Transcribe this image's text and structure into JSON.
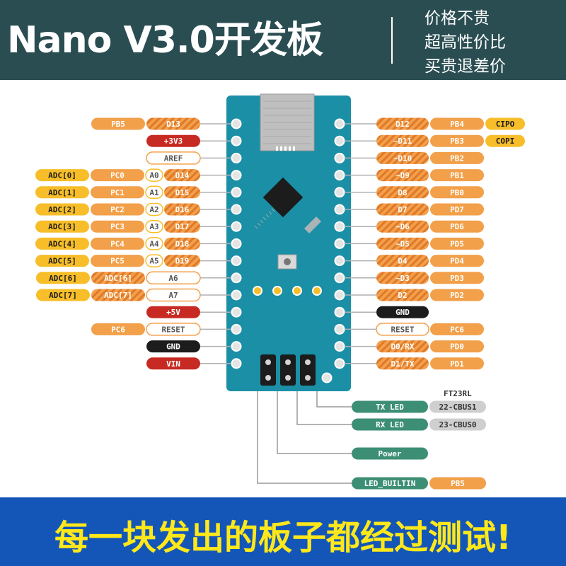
{
  "header": {
    "title": "Nano V3.0开发板",
    "slogans": [
      "价格不贵",
      "超高性价比",
      "买贵退差价"
    ]
  },
  "footer": {
    "text": "每一块发出的板子都经过测试!"
  },
  "colors": {
    "header_bg": "#2a4d52",
    "footer_bg": "#1456b8",
    "footer_text": "#ffe81a",
    "board": "#1a8fa6",
    "orange": "#f2a04a",
    "yellow": "#f7be2a",
    "red": "#c72a22",
    "black": "#1c1c1c",
    "teal": "#3c8f74",
    "grey": "#cfcfcf"
  },
  "pinout": {
    "left": [
      {
        "labels": [
          {
            "text": "PB5",
            "style": "orange"
          },
          {
            "text": "D13",
            "style": "orange-stripe"
          }
        ]
      },
      {
        "labels": [
          {
            "text": "+3V3",
            "style": "red"
          }
        ]
      },
      {
        "labels": [
          {
            "text": "AREF",
            "style": "white-orange"
          }
        ]
      },
      {
        "labels": [
          {
            "text": "ADC[0]",
            "style": "yellow"
          },
          {
            "text": "PC0",
            "style": "orange"
          },
          {
            "text": "A0",
            "style": "white-yellow"
          },
          {
            "text": "D14",
            "style": "orange-stripe"
          }
        ]
      },
      {
        "labels": [
          {
            "text": "ADC[1]",
            "style": "yellow"
          },
          {
            "text": "PC1",
            "style": "orange"
          },
          {
            "text": "A1",
            "style": "white-yellow"
          },
          {
            "text": "D15",
            "style": "orange-stripe"
          }
        ]
      },
      {
        "labels": [
          {
            "text": "ADC[2]",
            "style": "yellow"
          },
          {
            "text": "PC2",
            "style": "orange"
          },
          {
            "text": "A2",
            "style": "white-yellow"
          },
          {
            "text": "D16",
            "style": "orange-stripe"
          }
        ]
      },
      {
        "labels": [
          {
            "text": "ADC[3]",
            "style": "yellow"
          },
          {
            "text": "PC3",
            "style": "orange"
          },
          {
            "text": "A3",
            "style": "white-yellow"
          },
          {
            "text": "D17",
            "style": "orange-stripe"
          }
        ]
      },
      {
        "labels": [
          {
            "text": "ADC[4]",
            "style": "yellow"
          },
          {
            "text": "PC4",
            "style": "orange"
          },
          {
            "text": "A4",
            "style": "white-yellow"
          },
          {
            "text": "D18",
            "style": "orange-stripe"
          }
        ]
      },
      {
        "labels": [
          {
            "text": "ADC[5]",
            "style": "yellow"
          },
          {
            "text": "PC5",
            "style": "orange"
          },
          {
            "text": "A5",
            "style": "white-yellow"
          },
          {
            "text": "D19",
            "style": "orange-stripe"
          }
        ]
      },
      {
        "labels": [
          {
            "text": "ADC[6]",
            "style": "yellow"
          },
          {
            "text": "ADC[6]",
            "style": "orange-stripe"
          },
          {
            "text": "A6",
            "style": "white-orange"
          }
        ]
      },
      {
        "labels": [
          {
            "text": "ADC[7]",
            "style": "yellow"
          },
          {
            "text": "ADC[7]",
            "style": "orange-stripe"
          },
          {
            "text": "A7",
            "style": "white-orange"
          }
        ]
      },
      {
        "labels": [
          {
            "text": "+5V",
            "style": "red"
          }
        ]
      },
      {
        "labels": [
          {
            "text": "PC6",
            "style": "orange"
          },
          {
            "text": "RESET",
            "style": "white-orange"
          }
        ]
      },
      {
        "labels": [
          {
            "text": "GND",
            "style": "black"
          }
        ]
      },
      {
        "labels": [
          {
            "text": "VIN",
            "style": "red"
          }
        ]
      }
    ],
    "right": [
      {
        "labels": [
          {
            "text": "D12",
            "style": "orange-stripe"
          },
          {
            "text": "PB4",
            "style": "orange"
          },
          {
            "text": "CIPO",
            "style": "yellow"
          }
        ]
      },
      {
        "labels": [
          {
            "text": "~D11",
            "style": "orange-stripe"
          },
          {
            "text": "PB3",
            "style": "orange"
          },
          {
            "text": "COPI",
            "style": "yellow"
          }
        ]
      },
      {
        "labels": [
          {
            "text": "~D10",
            "style": "orange-stripe"
          },
          {
            "text": "PB2",
            "style": "orange"
          }
        ]
      },
      {
        "labels": [
          {
            "text": "~D9",
            "style": "orange-stripe"
          },
          {
            "text": "PB1",
            "style": "orange"
          }
        ]
      },
      {
        "labels": [
          {
            "text": "D8",
            "style": "orange-stripe"
          },
          {
            "text": "PB0",
            "style": "orange"
          }
        ]
      },
      {
        "labels": [
          {
            "text": "D7",
            "style": "orange-stripe"
          },
          {
            "text": "PD7",
            "style": "orange"
          }
        ]
      },
      {
        "labels": [
          {
            "text": "~D6",
            "style": "orange-stripe"
          },
          {
            "text": "PD6",
            "style": "orange"
          }
        ]
      },
      {
        "labels": [
          {
            "text": "~D5",
            "style": "orange-stripe"
          },
          {
            "text": "PD5",
            "style": "orange"
          }
        ]
      },
      {
        "labels": [
          {
            "text": "D4",
            "style": "orange-stripe"
          },
          {
            "text": "PD4",
            "style": "orange"
          }
        ]
      },
      {
        "labels": [
          {
            "text": "~D3",
            "style": "orange-stripe"
          },
          {
            "text": "PD3",
            "style": "orange"
          }
        ]
      },
      {
        "labels": [
          {
            "text": "D2",
            "style": "orange-stripe"
          },
          {
            "text": "PD2",
            "style": "orange"
          }
        ]
      },
      {
        "labels": [
          {
            "text": "GND",
            "style": "black"
          }
        ]
      },
      {
        "labels": [
          {
            "text": "RESET",
            "style": "white-orange"
          },
          {
            "text": "PC6",
            "style": "orange"
          }
        ]
      },
      {
        "labels": [
          {
            "text": "D0/RX",
            "style": "orange-stripe"
          },
          {
            "text": "PD0",
            "style": "orange"
          }
        ]
      },
      {
        "labels": [
          {
            "text": "D1/TX",
            "style": "orange-stripe"
          },
          {
            "text": "PD1",
            "style": "orange"
          }
        ]
      }
    ],
    "chip_label": "FT23RL",
    "leds": [
      {
        "label": "TX LED",
        "chip_pin": "22-CBUS1"
      },
      {
        "label": "RX LED",
        "chip_pin": "23-CBUS0"
      },
      {
        "label": "Power",
        "chip_pin": ""
      },
      {
        "label": "LED_BUILTIN",
        "chip_pin": "PB5"
      }
    ]
  }
}
